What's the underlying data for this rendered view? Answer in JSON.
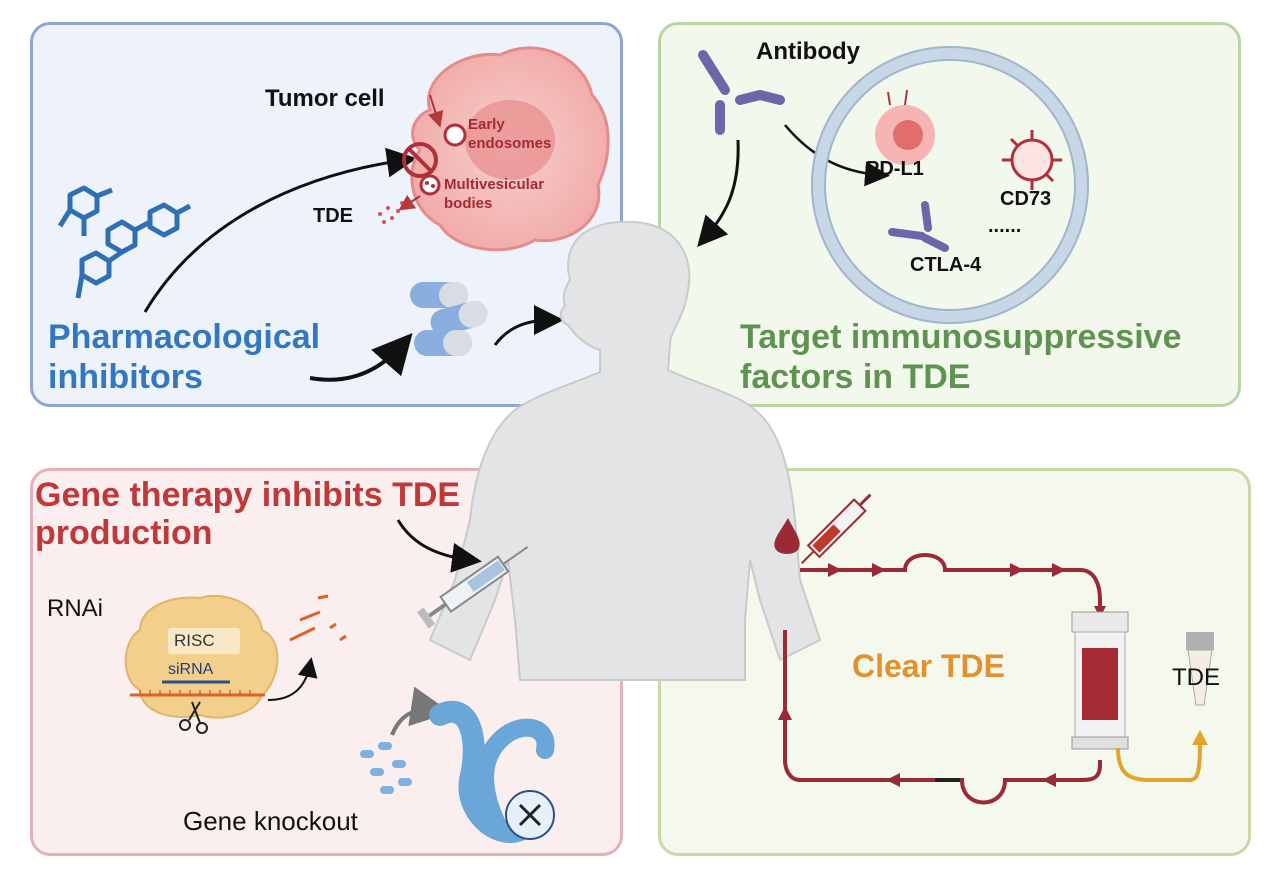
{
  "panels": {
    "pharma": {
      "title_line1": "Pharmacological",
      "title_line2": "inhibitors",
      "tumor_cell": "Tumor cell",
      "early_endosomes_1": "Early",
      "early_endosomes_2": "endosomes",
      "mvb_1": "Multivesicular",
      "mvb_2": "bodies",
      "tde": "TDE"
    },
    "target": {
      "title_line1": "Target immunosuppressive",
      "title_line2": "factors in TDE",
      "antibody": "Antibody",
      "pdl1": "PD-L1",
      "cd73": "CD73",
      "ctla4": "CTLA-4",
      "ellipsis": "......"
    },
    "gene": {
      "title_line1": "Gene therapy inhibits TDE",
      "title_line2": "production",
      "rnai": "RNAi",
      "risc": "RISC",
      "sirna": "siRNA",
      "gene_knockout": "Gene knockout"
    },
    "clear": {
      "title": "Clear TDE",
      "tde": "TDE"
    }
  },
  "colors": {
    "pharma_title": "#3277bf",
    "target_title": "#5f9352",
    "gene_title": "#c0383a",
    "clear_title": "#e3902e",
    "circuit": "#9a2a35",
    "tumor": "#f3b7b5",
    "antibody": "#6e66a8"
  }
}
